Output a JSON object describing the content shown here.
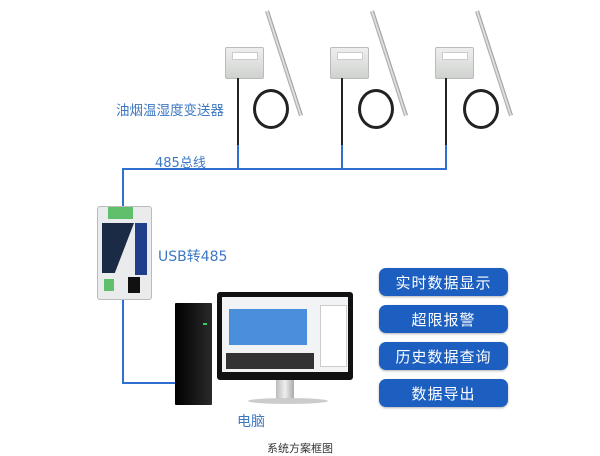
{
  "labels": {
    "transmitter": "油烟温湿度变送器",
    "bus": "485总线",
    "converter": "USB转485",
    "computer": "电脑"
  },
  "features": [
    "实时数据显示",
    "超限报警",
    "历史数据查询",
    "数据导出"
  ],
  "caption": "系统方案框图",
  "colors": {
    "line": "#2f6fd0",
    "button": "#1c5fc0",
    "label": "#3d78c4"
  }
}
